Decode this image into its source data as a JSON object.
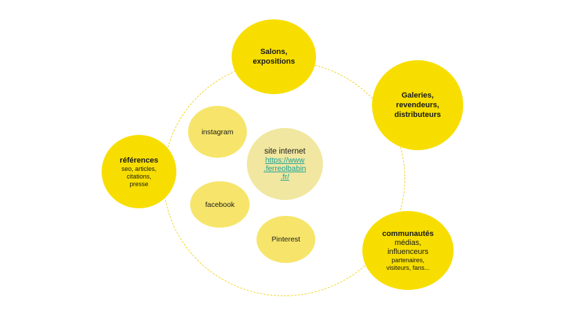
{
  "nodes": {
    "salons": {
      "title": "Salons,\nexpositions"
    },
    "galeries": {
      "title": "Galeries,\nrevendeurs,\ndistributeurs"
    },
    "references": {
      "title": "références",
      "lines": [
        "seo, articles,",
        "citations,",
        "presse"
      ]
    },
    "communautes": {
      "title": "communautés",
      "lines_med": [
        "médias,",
        "influenceurs"
      ],
      "lines_small": [
        "partenaires,",
        "visiteurs, fans..."
      ]
    },
    "instagram": {
      "label": "instagram"
    },
    "facebook": {
      "label": "facebook"
    },
    "pinterest": {
      "label": "Pinterest"
    },
    "site": {
      "title": "site internet",
      "link_lines": [
        "https://www",
        ".ferreolbabin",
        ".fr/"
      ]
    }
  },
  "colors": {
    "outer_bubble": "#f7de00",
    "inner_bubble": "#f6e56a",
    "center_bubble": "#f1e7a0",
    "dashed_ring": "#f3d01a",
    "link": "#1aa39a"
  }
}
